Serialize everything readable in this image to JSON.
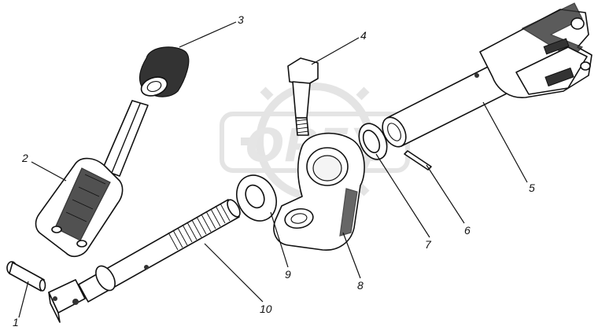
{
  "watermark": {
    "text": "OPEX",
    "color": "#d9d9d9"
  },
  "callouts": [
    {
      "id": "1",
      "label": "1"
    },
    {
      "id": "2",
      "label": "2"
    },
    {
      "id": "3",
      "label": "3"
    },
    {
      "id": "4",
      "label": "4"
    },
    {
      "id": "5",
      "label": "5"
    },
    {
      "id": "6",
      "label": "6"
    },
    {
      "id": "7",
      "label": "7"
    },
    {
      "id": "8",
      "label": "8"
    },
    {
      "id": "9",
      "label": "9"
    },
    {
      "id": "10",
      "label": "10"
    }
  ]
}
